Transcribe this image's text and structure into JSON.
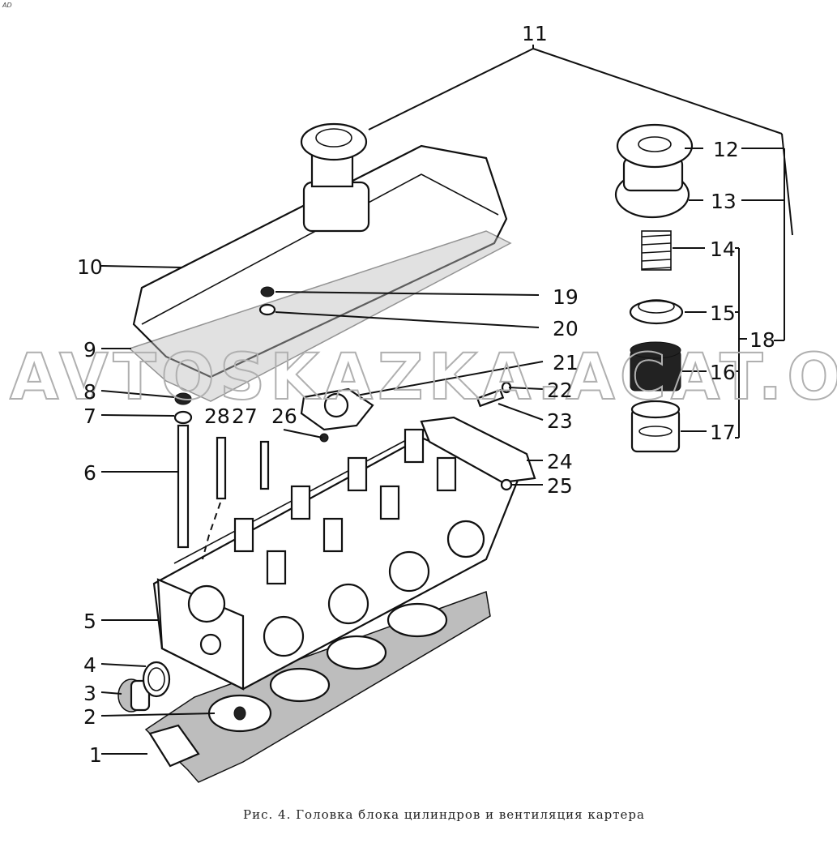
{
  "corner_mark": "AD",
  "caption": "Рис. 4. Головка блока цилиндров и вентиляция картера",
  "watermark": "AVTOSKAZKA.ACAT.ONLINE",
  "callouts": [
    "1",
    "2",
    "3",
    "4",
    "5",
    "6",
    "7",
    "8",
    "9",
    "10",
    "11",
    "12",
    "13",
    "14",
    "15",
    "16",
    "17",
    "18",
    "19",
    "20",
    "21",
    "22",
    "23",
    "24",
    "25",
    "26",
    "27",
    "28"
  ]
}
